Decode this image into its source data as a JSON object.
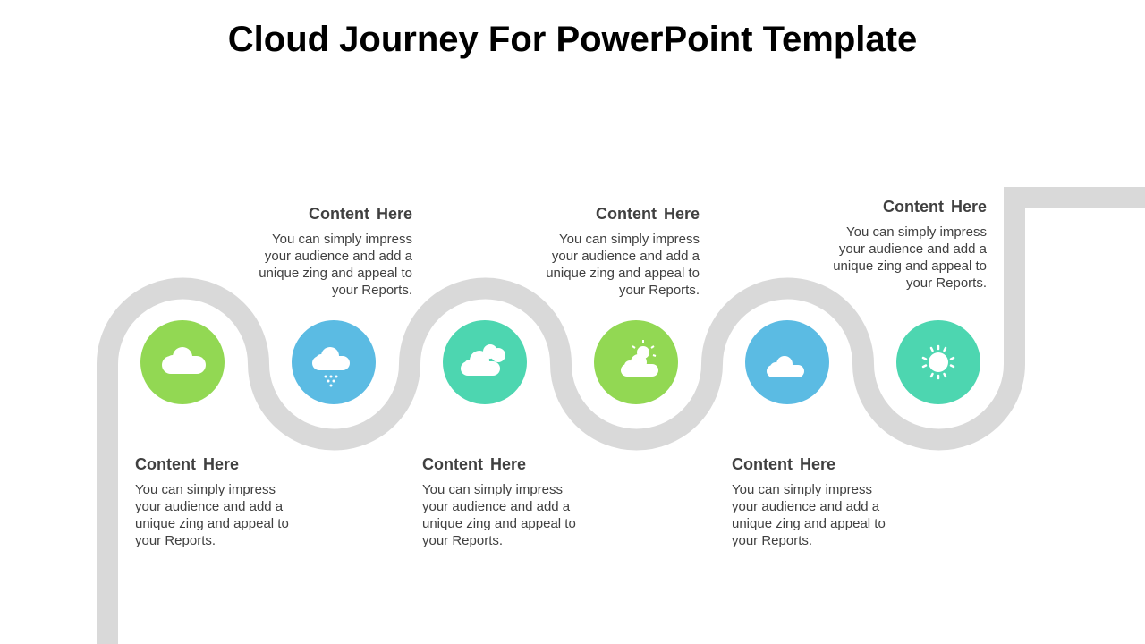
{
  "title": "Cloud Journey For PowerPoint Template",
  "colors": {
    "green": "#92d853",
    "blue": "#5bbbe3",
    "teal": "#4dd6b0",
    "road": "#d9d9d9"
  },
  "steps": [
    {
      "heading": "Content  Here",
      "body": "You can simply impress your audience and add a unique zing and appeal to your Reports.",
      "icon": "cloud-icon"
    },
    {
      "heading": "Content  Here",
      "body": "You can simply impress your audience and add a unique zing and appeal to your Reports.",
      "icon": "rain-cloud-icon"
    },
    {
      "heading": "Content  Here",
      "body": "You can simply impress your audience and add a unique zing and appeal to your Reports.",
      "icon": "clouds-icon"
    },
    {
      "heading": "Content  Here",
      "body": "You can simply impress your audience and add a unique zing and appeal to your Reports.",
      "icon": "partly-sunny-icon"
    },
    {
      "heading": "Content  Here",
      "body": "You can simply impress your audience and add a unique zing and appeal to your Reports.",
      "icon": "night-cloud-icon"
    },
    {
      "heading": "Content  Here",
      "body": "You can simply impress your audience and add a unique zing and appeal to your Reports.",
      "icon": "sun-icon"
    }
  ]
}
